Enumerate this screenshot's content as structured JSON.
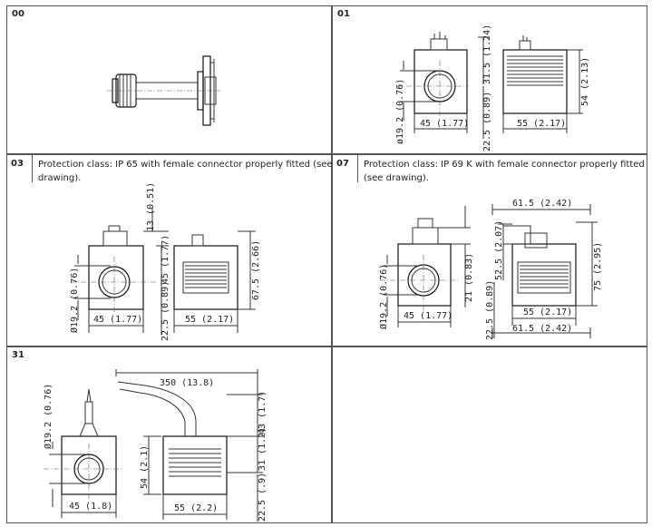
{
  "panels": [
    {
      "code": "00",
      "note": ""
    },
    {
      "code": "01",
      "note": ""
    },
    {
      "code": "03",
      "note": "Protection class: IP 65 with female connector properly fitted (see drawing)."
    },
    {
      "code": "07",
      "note": "Protection class:  IP 69 K with female connector properly fitted (see drawing)."
    },
    {
      "code": "31",
      "note": ""
    },
    {
      "code": "",
      "note": ""
    }
  ],
  "dims": {
    "p01": {
      "d_bore": "ø19.2 (0.76)",
      "w_front": "45 (1.77)",
      "w_side": "55 (2.17)",
      "h_total": "31.5 (1.24)",
      "h_body": "54 (2.13)",
      "h_low": "22.5 (0.89)"
    },
    "p03": {
      "d_bore": "Ø19.2 (0.76)",
      "w_front": "45 (1.77)",
      "w_side": "55 (2.17)",
      "h_top": "13 (0.51)",
      "h_mid": "45 (1.77)",
      "h_total": "67.5 (2.66)",
      "h_low": "22.5 (0.89)"
    },
    "p07": {
      "d_bore": "Ø19.2 (0.76)",
      "w_front": "45 (1.77)",
      "w_side": "55 (2.17)",
      "w_side_top": "61.5 (2.42)",
      "w_side_bot": "61.5 (2.42)",
      "h_21": "21 (0.83)",
      "h_52": "52.5 (2.07)",
      "h_total": "75 (2.95)",
      "h_low": "22.5 (0.89)"
    },
    "p31": {
      "d_bore": "Ø19.2 (0.76)",
      "w_front": "45 (1.8)",
      "w_side": "55 (2.2)",
      "cable": "350 (13.8)",
      "h_body": "54 (2.1)",
      "h_43": "43 (1.7)",
      "h_31": "31 (1.2)",
      "h_low": "22.5 (.9)"
    }
  }
}
